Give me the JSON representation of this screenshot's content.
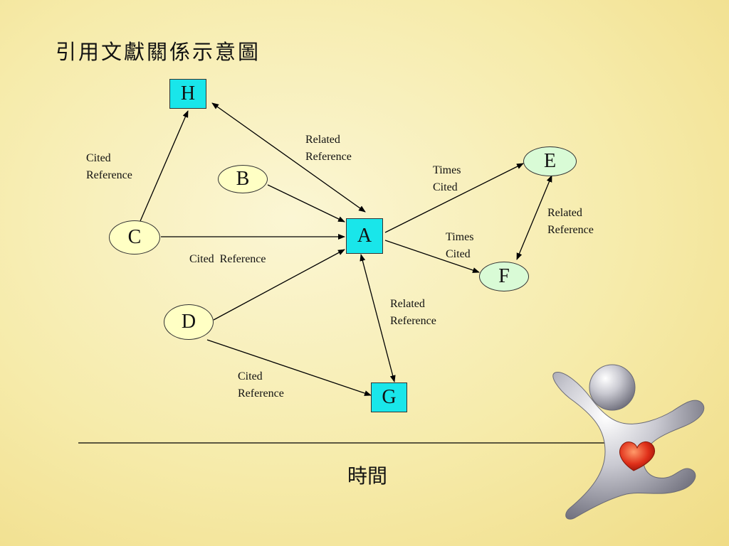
{
  "title": "引用文獻關係示意圖",
  "timeline_label": "時間",
  "nodes": {
    "A": "A",
    "B": "B",
    "C": "C",
    "D": "D",
    "E": "E",
    "F": "F",
    "G": "G",
    "H": "H"
  },
  "edge_labels": {
    "c_to_h": [
      "Cited",
      "Reference"
    ],
    "h_a": [
      "Related",
      "Reference"
    ],
    "c_to_a": "Cited  Reference",
    "a_to_e": [
      "Times",
      "Cited"
    ],
    "e_f": [
      "Related",
      "Reference"
    ],
    "a_to_f": [
      "Times",
      "Cited"
    ],
    "a_g": [
      "Related",
      "Reference"
    ],
    "d_to_g": [
      "Cited",
      "Reference"
    ]
  },
  "colors": {
    "rect_node": "#19e6ea",
    "cited_node": "#ffffc4",
    "citing_node": "#d9fbd6"
  },
  "decoration": "running-figure-with-heart"
}
